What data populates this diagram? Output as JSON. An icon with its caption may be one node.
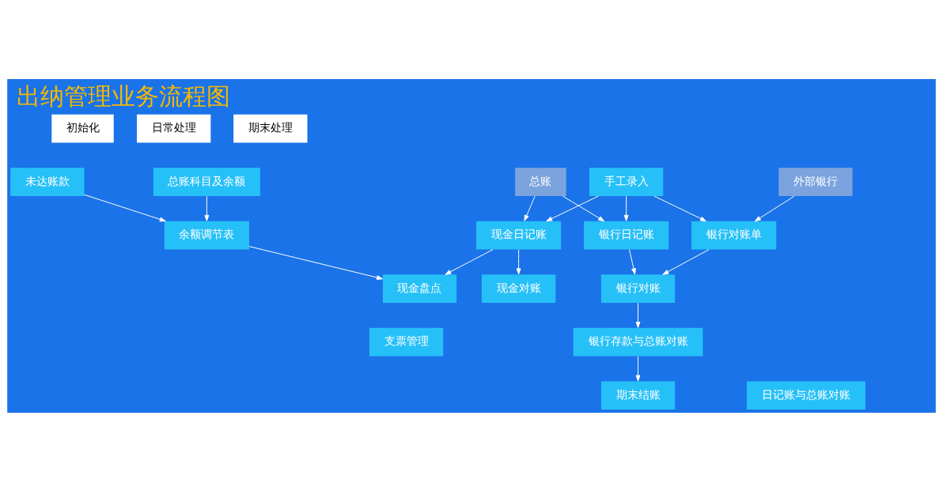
{
  "diagram": {
    "title": "出纳管理业务流程图",
    "nodes": [
      {
        "text": [
          "初始化"
        ]
      },
      {
        "text": [
          "日常处理"
        ]
      },
      {
        "text": [
          "期末处理"
        ]
      },
      {
        "text": [
          "现金盘点"
        ]
      },
      {
        "text": [
          "现金对账"
        ]
      },
      {
        "text": [
          "现金日记账"
        ]
      },
      {
        "text": [
          "外部银行"
        ]
      },
      {
        "text": [
          "日记账与总账对账"
        ]
      },
      {
        "text": [
          "总账科目及余额"
        ]
      },
      {
        "text": [
          "总账"
        ]
      },
      {
        "text": [
          "手工录入"
        ]
      },
      {
        "text": [
          "期末结账"
        ]
      },
      {
        "text": [
          "未达账款"
        ]
      },
      {
        "text": [
          "银行对账单"
        ]
      },
      {
        "text": [
          "余额调节表"
        ]
      },
      {
        "text": [
          "银行日记账"
        ]
      },
      {
        "text": [
          "银行对账"
        ]
      },
      {
        "text": [
          "支票管理"
        ]
      },
      {
        "text": [
          "银行存款与总账对账"
        ]
      }
    ],
    "edges": [
      {
        "from": 8,
        "to": 14,
        "arrow": "to"
      },
      {
        "from": 12,
        "to": 14,
        "arrow": "to"
      },
      {
        "from": 14,
        "to": 3,
        "arrow": "to"
      },
      {
        "from": 5,
        "to": 3,
        "arrow": "to"
      },
      {
        "from": 5,
        "to": 4,
        "arrow": "to"
      },
      {
        "from": 9,
        "to": 5,
        "arrow": "to"
      },
      {
        "from": 10,
        "to": 5,
        "arrow": "to"
      },
      {
        "from": 10,
        "to": 15,
        "arrow": "to"
      },
      {
        "from": 9,
        "to": 15,
        "arrow": "to"
      },
      {
        "from": 10,
        "to": 13,
        "arrow": "to"
      },
      {
        "from": 6,
        "to": 13,
        "arrow": "to"
      },
      {
        "from": 13,
        "to": 16,
        "arrow": "to"
      },
      {
        "from": 15,
        "to": 16,
        "arrow": "to"
      },
      {
        "from": 16,
        "to": 18,
        "arrow": "to"
      },
      {
        "from": 18,
        "to": 11,
        "arrow": "to"
      }
    ]
  }
}
